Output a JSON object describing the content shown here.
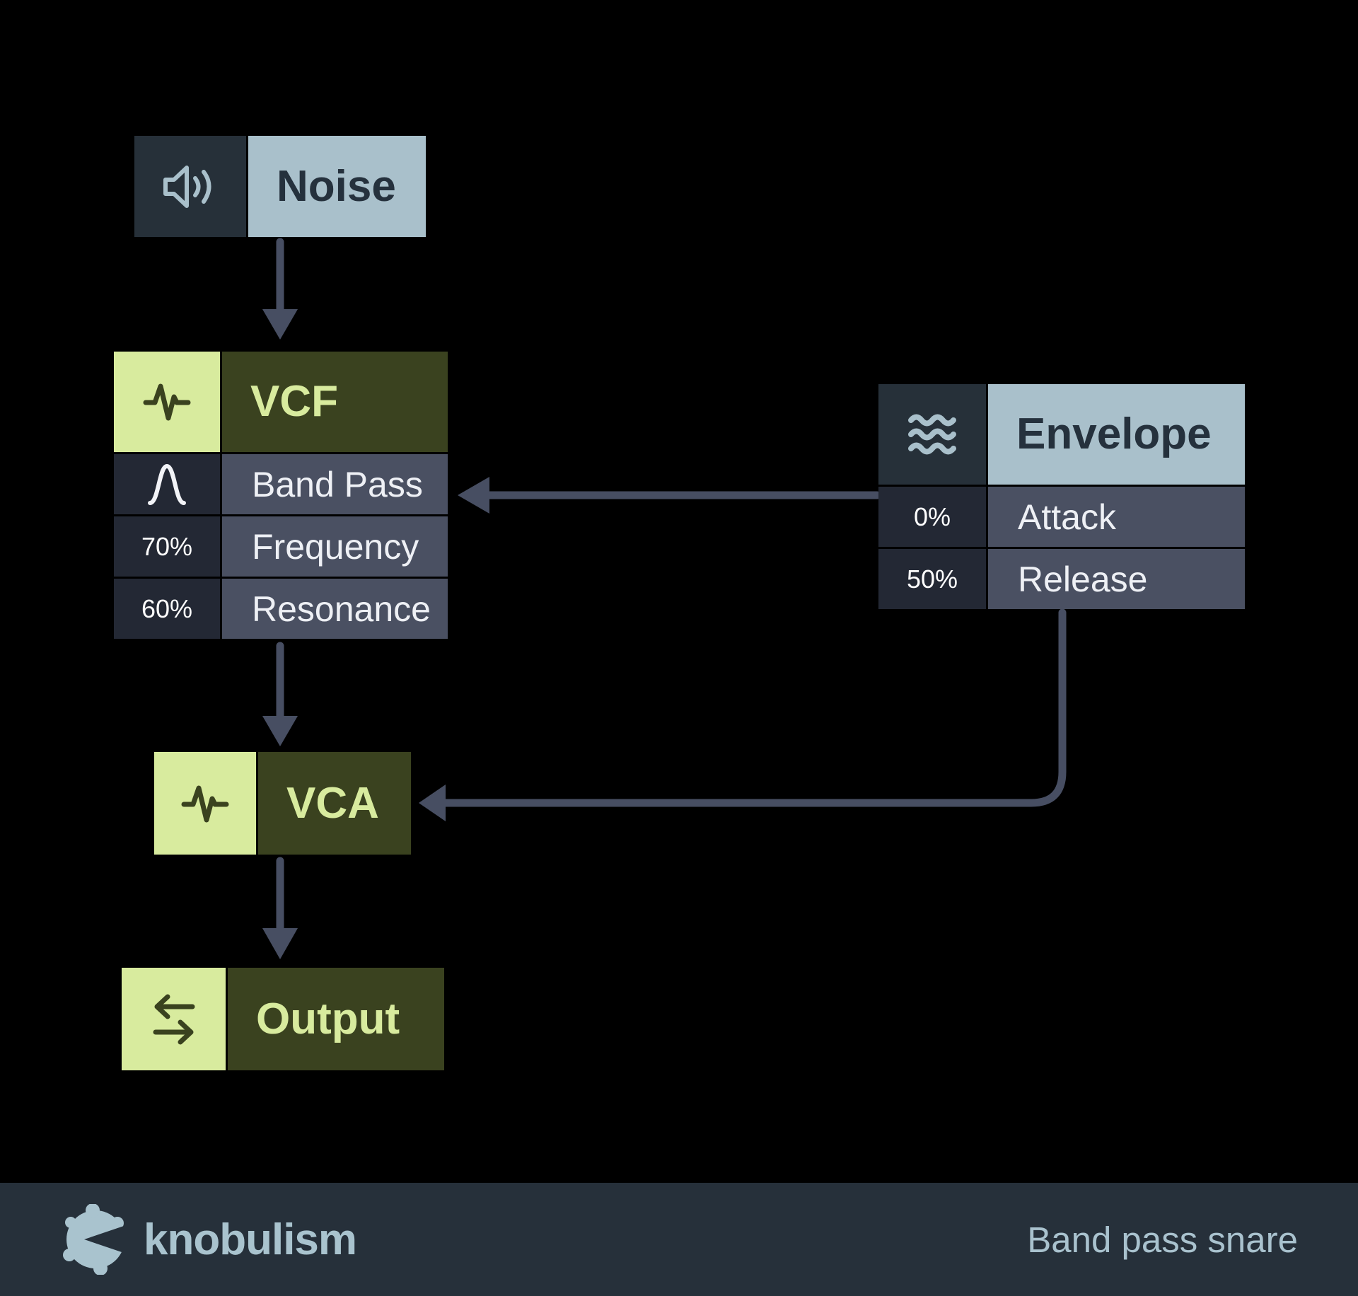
{
  "diagram": {
    "blocks": {
      "noise": {
        "title": "Noise",
        "icon": "speaker-icon"
      },
      "vcf": {
        "title": "VCF",
        "icon": "pulse-icon",
        "rows": [
          {
            "value": "",
            "value_icon": "bell-curve-icon",
            "label": "Band Pass"
          },
          {
            "value": "70%",
            "label": "Frequency"
          },
          {
            "value": "60%",
            "label": "Resonance"
          }
        ]
      },
      "envelope": {
        "title": "Envelope",
        "icon": "waves-icon",
        "rows": [
          {
            "value": "0%",
            "label": "Attack"
          },
          {
            "value": "50%",
            "label": "Release"
          }
        ]
      },
      "vca": {
        "title": "VCA",
        "icon": "pulse-icon"
      },
      "output": {
        "title": "Output",
        "icon": "transfer-icon"
      }
    },
    "connections": [
      {
        "from": "noise",
        "to": "vcf"
      },
      {
        "from": "vcf",
        "to": "vca"
      },
      {
        "from": "vca",
        "to": "output"
      },
      {
        "from": "envelope",
        "to": "vcf-band-pass"
      },
      {
        "from": "envelope",
        "to": "vca"
      }
    ]
  },
  "footer": {
    "brand": "knobulism",
    "brand_icon": "knob-gear-logo",
    "caption": "Band pass snare"
  },
  "colors": {
    "background": "#000000",
    "arrow": "#474e62",
    "panel_dark": "#263039",
    "panel_blue": "#a9c0cb",
    "panel_green": "#d8eb9e",
    "panel_olive": "#3a421f",
    "value_column": "#232834",
    "row_cell": "#4a5062",
    "row_text": "#eef0f5",
    "dark_text": "#25313d",
    "footer_bg": "#26303a",
    "footer_text": "#a9c3ce"
  }
}
